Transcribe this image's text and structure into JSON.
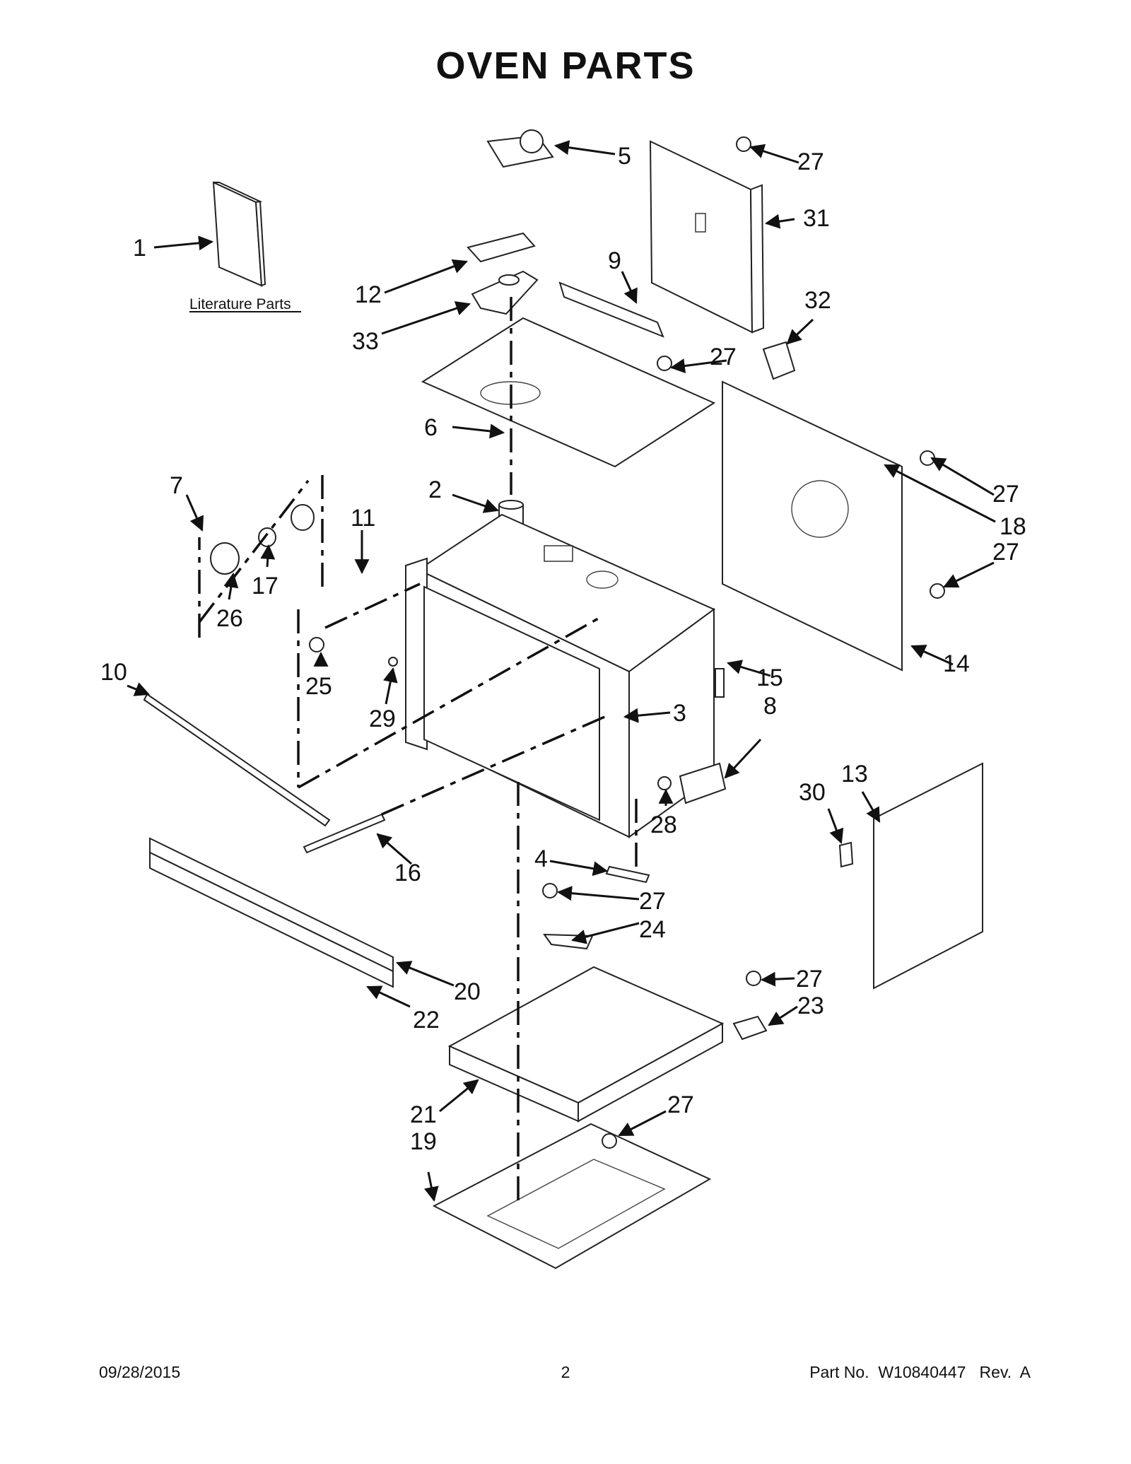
{
  "title": "OVEN PARTS",
  "literature_label": "Literature Parts",
  "callouts": [
    "1",
    "2",
    "3",
    "4",
    "5",
    "6",
    "7",
    "8",
    "9",
    "10",
    "11",
    "12",
    "13",
    "14",
    "15",
    "16",
    "17",
    "18",
    "19",
    "20",
    "21",
    "22",
    "23",
    "24",
    "25",
    "26",
    "27",
    "28",
    "29",
    "30",
    "31",
    "32",
    "33"
  ],
  "footer": {
    "date": "09/28/2015",
    "page": "2",
    "part_no": "Part No.  W10840447   Rev.  A"
  }
}
